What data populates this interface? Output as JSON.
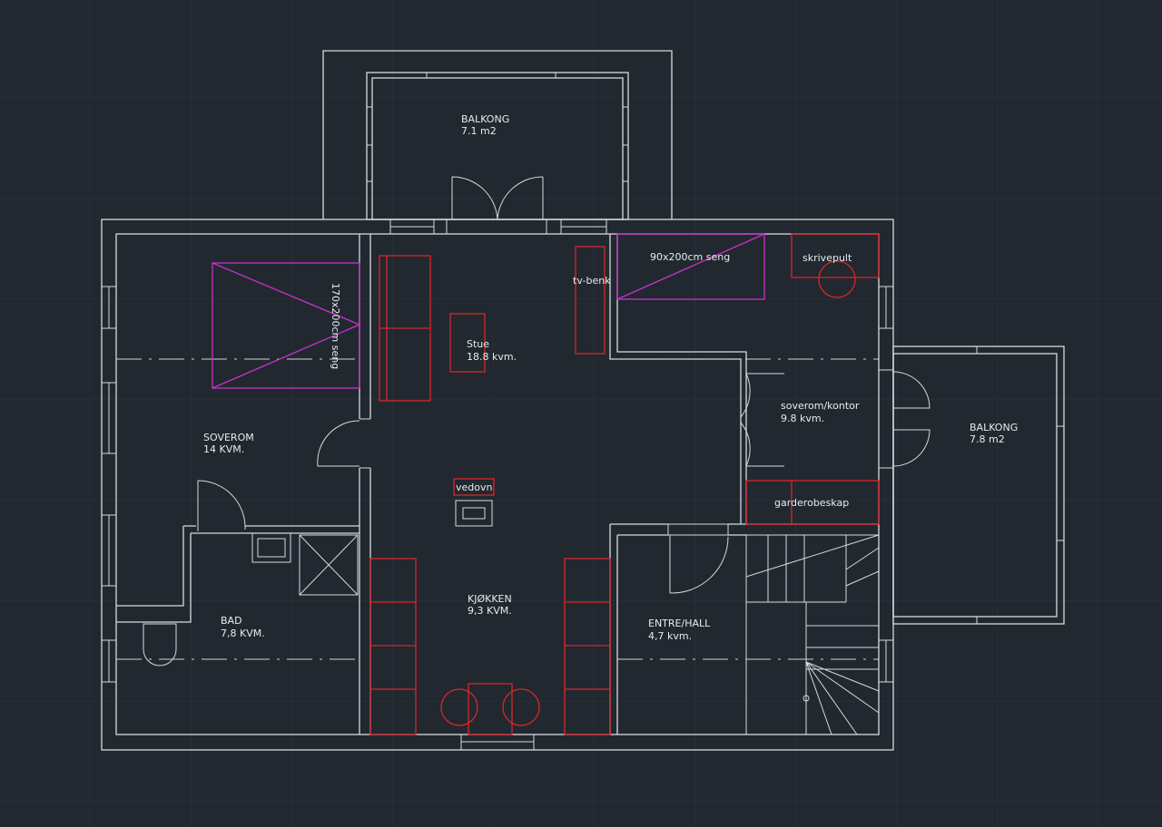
{
  "colors": {
    "background": "#212830",
    "grid": "#2c343d",
    "walls": "#d6dade",
    "furniture": "#d8262a",
    "beds": "#c932c9",
    "text": "#e8ecef"
  },
  "rooms": {
    "balkong_top": {
      "name": "BALKONG",
      "area": "7.1 m2"
    },
    "balkong_right": {
      "name": "BALKONG",
      "area": "7.8 m2"
    },
    "soverom": {
      "name": "SOVEROM",
      "area": "14  KVM."
    },
    "stue": {
      "name": "Stue",
      "area": "18.8 kvm."
    },
    "soverom_kontor": {
      "name": "soverom/kontor",
      "area": "9.8 kvm."
    },
    "kjokken": {
      "name": "KJØKKEN",
      "area": "9,3 KVM."
    },
    "bad": {
      "name": "BAD",
      "area": "7,8  KVM."
    },
    "entre": {
      "name": "ENTRE/HALL",
      "area": "4,7 kvm."
    }
  },
  "furniture_labels": {
    "bed_large": "170x200cm seng",
    "bed_small": "90x200cm seng",
    "tv_bench": "tv-benk",
    "desk": "skrivepult",
    "stove": "vedovn",
    "wardrobe": "garderobeskap"
  }
}
